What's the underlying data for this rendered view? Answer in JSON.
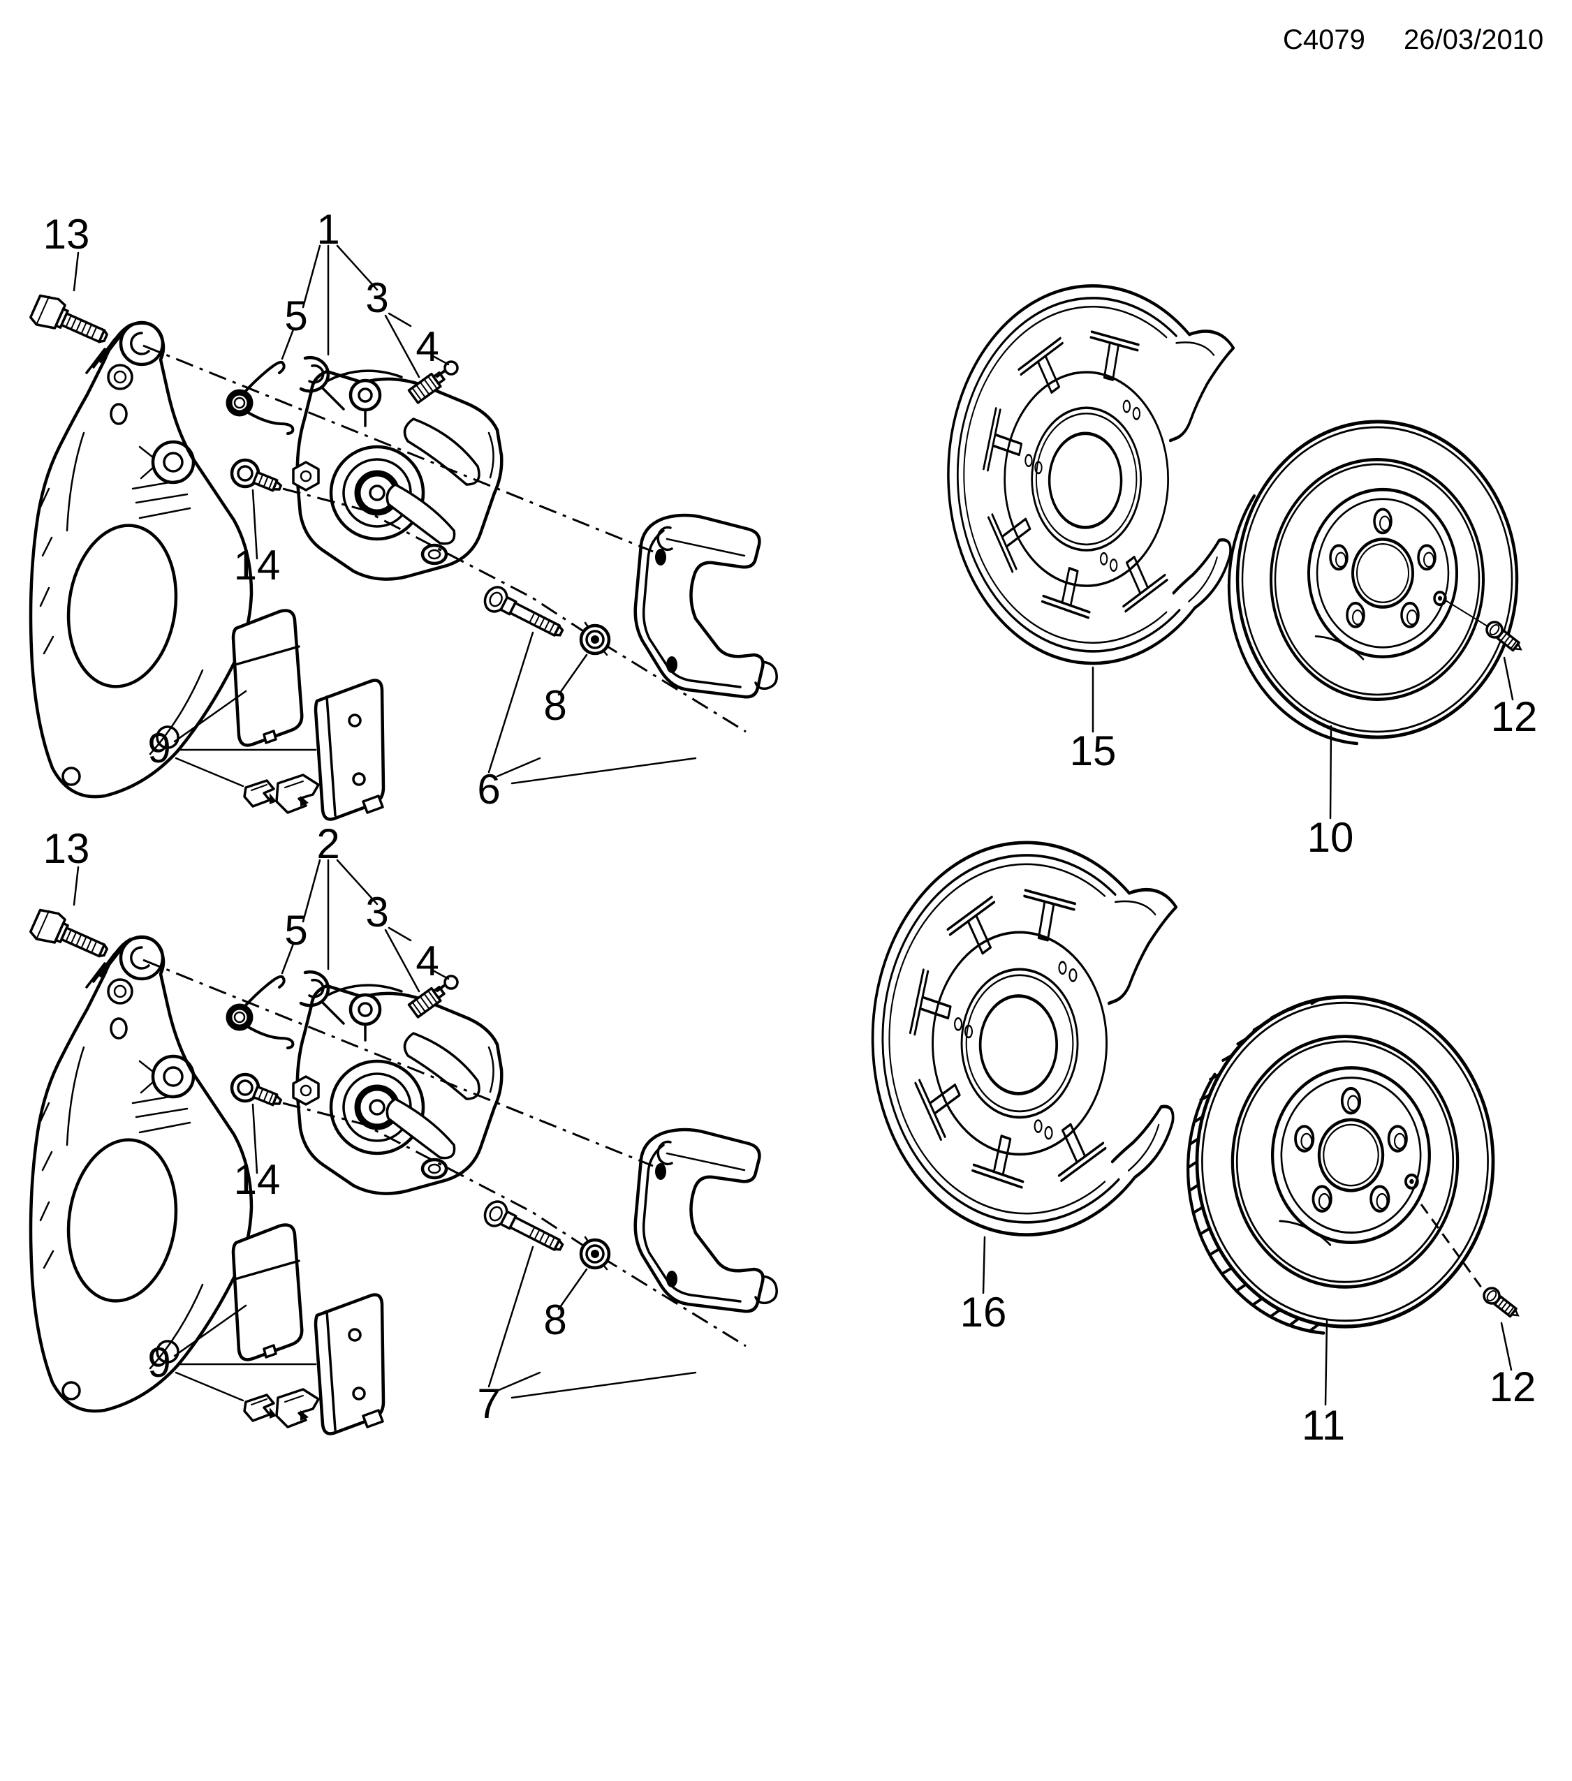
{
  "header": {
    "drawing_code": "C4079",
    "date": "26/03/2010"
  },
  "colors": {
    "header_text": "#cc2200",
    "line": "#000000",
    "background": "#ffffff"
  },
  "callouts": {
    "assembly_top": {
      "knuckle_bolt": "13",
      "caliper": "1",
      "spring": "5",
      "bleeder_screw": "3",
      "bleeder_cap": "4",
      "caliper_bolt": "14",
      "brake_pads": "9",
      "guide_bushing": "8",
      "guide_pin_kit": "6"
    },
    "assembly_bottom": {
      "knuckle_bolt": "13",
      "caliper": "2",
      "spring": "5",
      "bleeder_screw": "3",
      "bleeder_cap": "4",
      "caliper_bolt": "14",
      "brake_pads": "9",
      "guide_bushing": "8",
      "guide_pin_kit": "7"
    },
    "top_right": {
      "splash_shield": "15",
      "brake_disc": "10",
      "disc_screw": "12"
    },
    "bottom_right": {
      "splash_shield": "16",
      "brake_disc": "11",
      "disc_screw": "12"
    }
  }
}
